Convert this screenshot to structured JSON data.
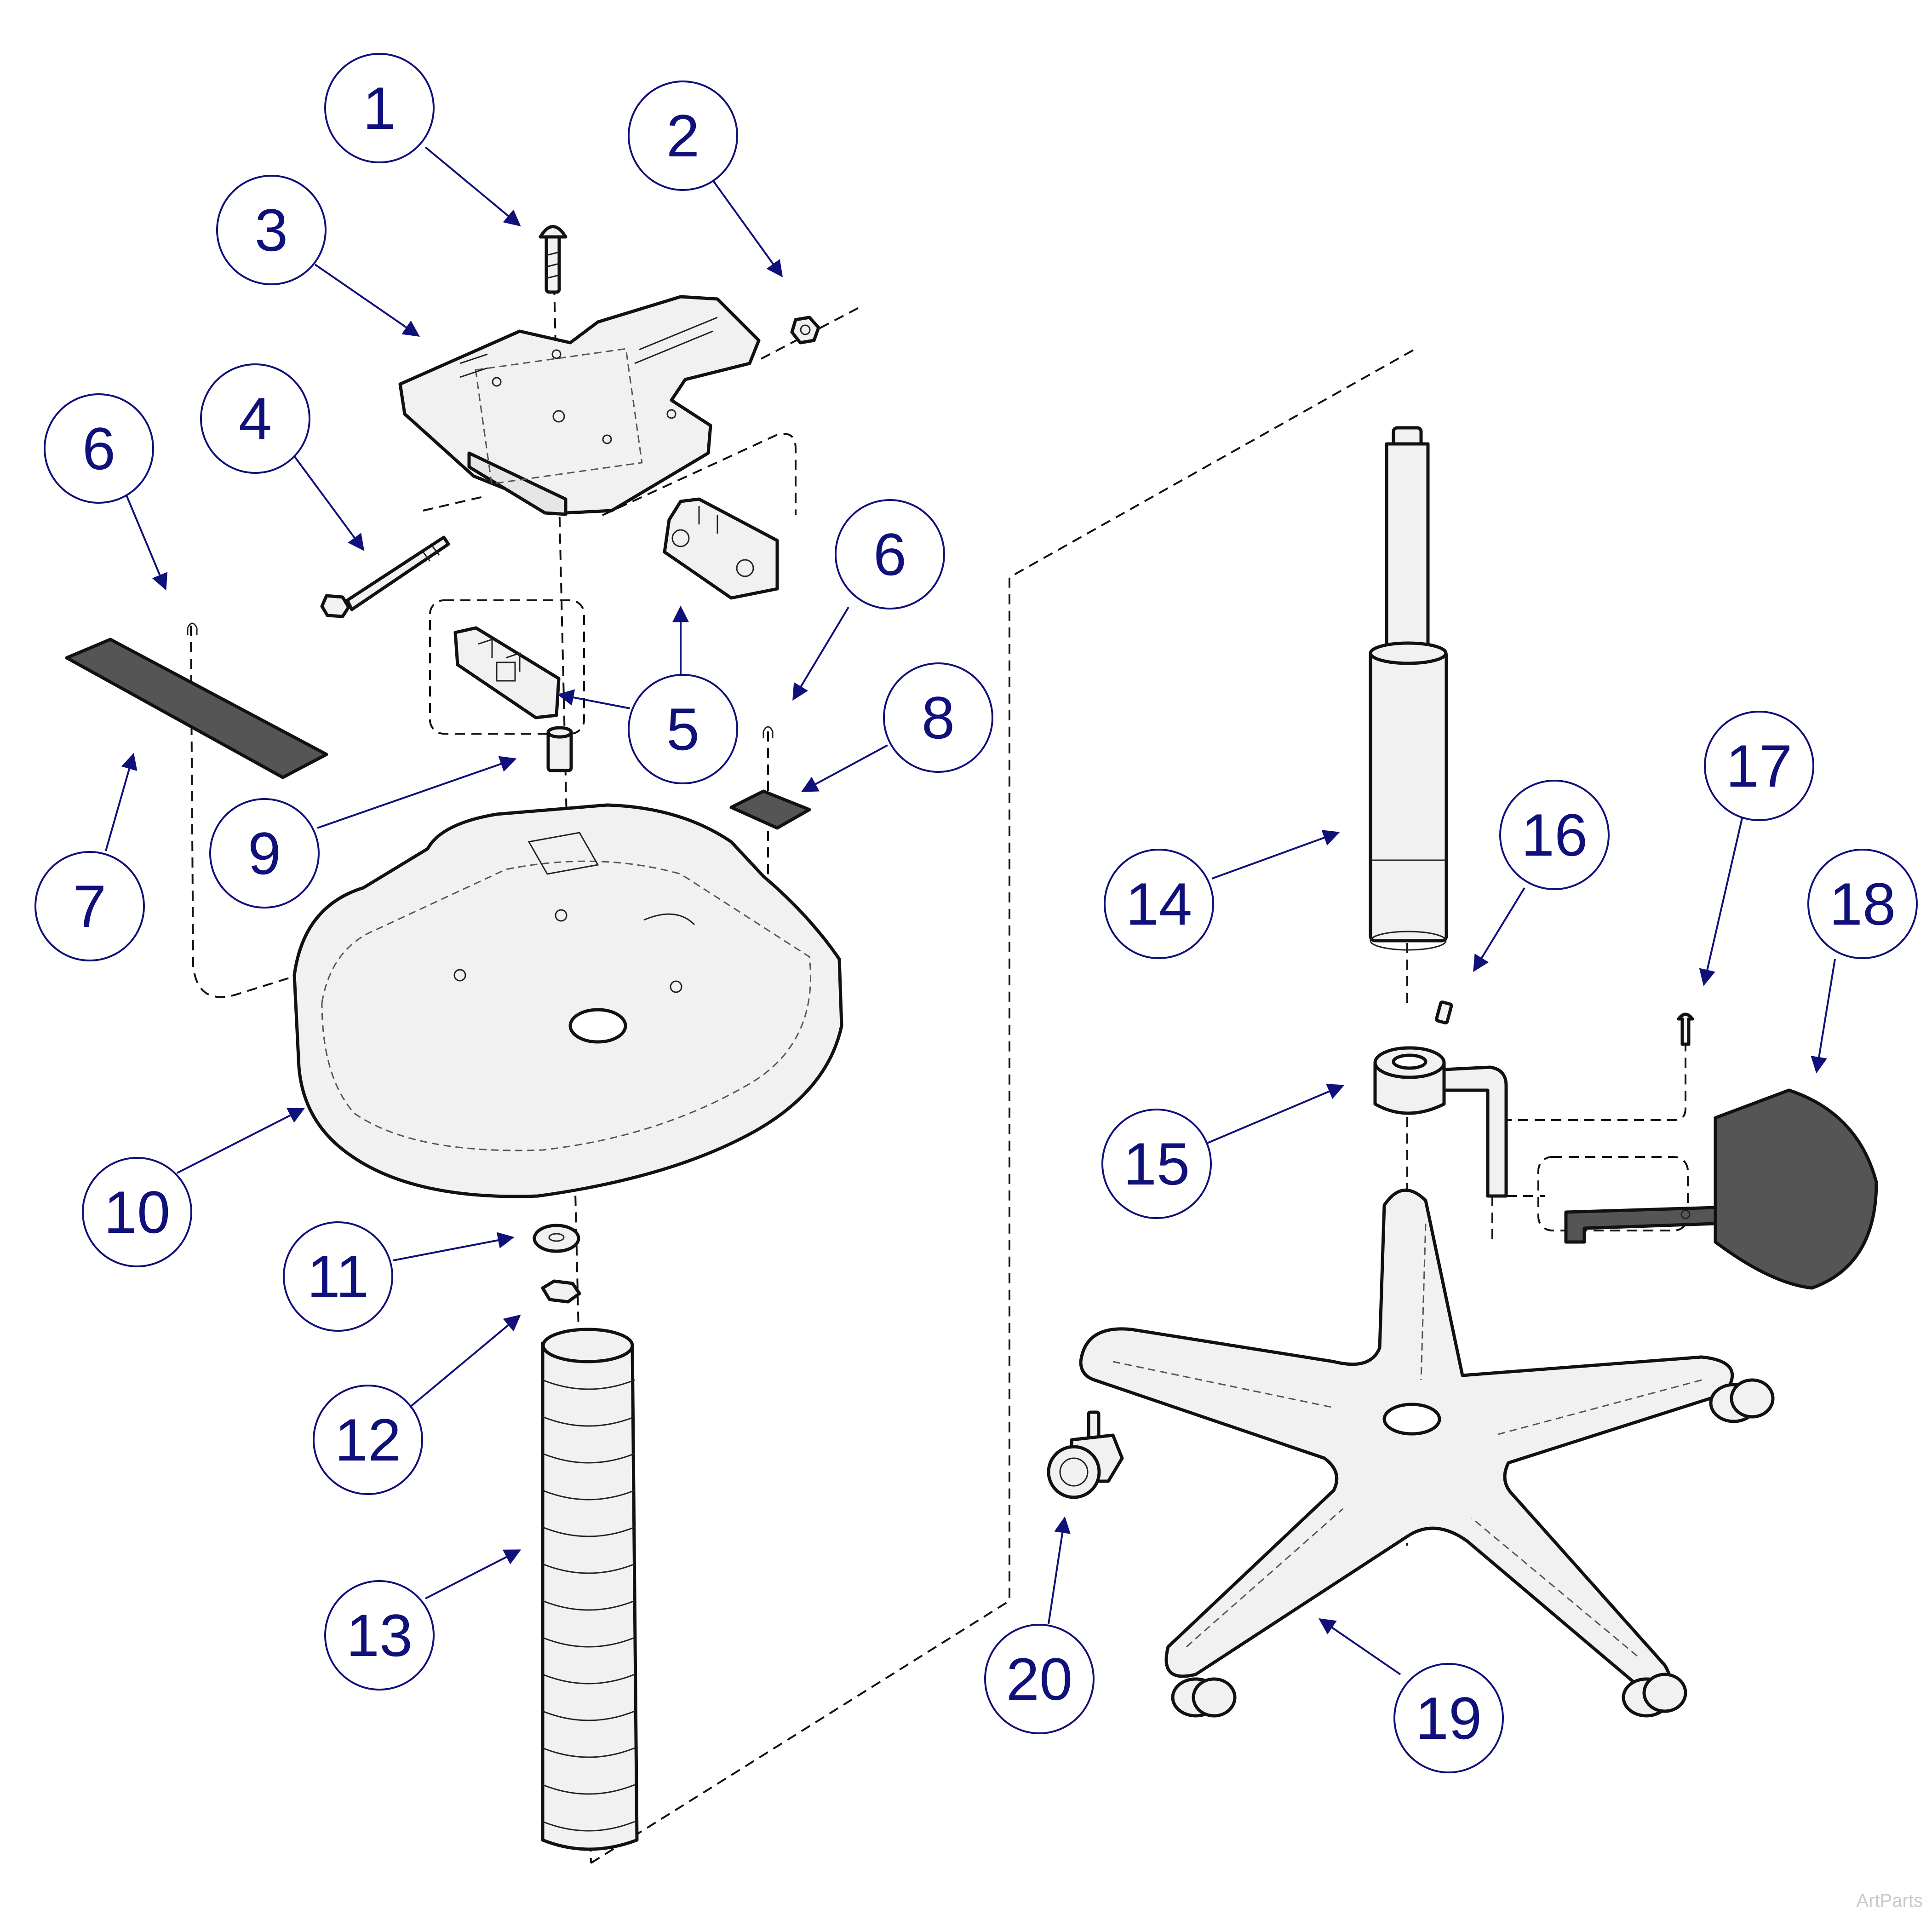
{
  "callouts": [
    {
      "id": "c1",
      "label": "1"
    },
    {
      "id": "c2",
      "label": "2"
    },
    {
      "id": "c3",
      "label": "3"
    },
    {
      "id": "c4",
      "label": "4"
    },
    {
      "id": "c5",
      "label": "5"
    },
    {
      "id": "c6a",
      "label": "6"
    },
    {
      "id": "c6b",
      "label": "6"
    },
    {
      "id": "c7",
      "label": "7"
    },
    {
      "id": "c8",
      "label": "8"
    },
    {
      "id": "c9",
      "label": "9"
    },
    {
      "id": "c10",
      "label": "10"
    },
    {
      "id": "c11",
      "label": "11"
    },
    {
      "id": "c12",
      "label": "12"
    },
    {
      "id": "c13",
      "label": "13"
    },
    {
      "id": "c14",
      "label": "14"
    },
    {
      "id": "c15",
      "label": "15"
    },
    {
      "id": "c16",
      "label": "16"
    },
    {
      "id": "c17",
      "label": "17"
    },
    {
      "id": "c18",
      "label": "18"
    },
    {
      "id": "c19",
      "label": "19"
    },
    {
      "id": "c20",
      "label": "20"
    }
  ],
  "colors": {
    "callout_ink": "#10107a",
    "line_art": "#111111",
    "dark_fill": "#555555",
    "light_fill": "#f1f1f1"
  },
  "watermark": "ArtParts"
}
